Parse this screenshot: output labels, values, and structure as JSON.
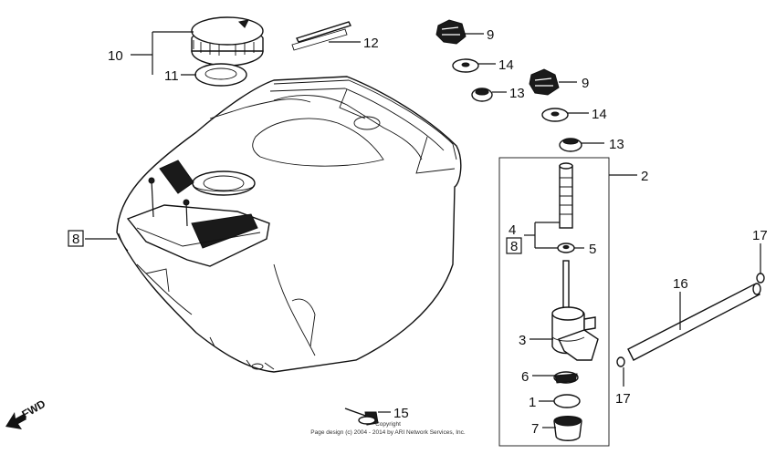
{
  "callouts": {
    "c10": "10",
    "c11": "11",
    "c12": "12",
    "c9a": "9",
    "c14a": "14",
    "c13a": "13",
    "c9b": "9",
    "c14b": "14",
    "c13b": "13",
    "c2": "2",
    "c8a": "8",
    "c4": "4",
    "c8b": "8",
    "c5": "5",
    "c16": "16",
    "c17a": "17",
    "c3": "3",
    "c6": "6",
    "c1": "1",
    "c17b": "17",
    "c7": "7",
    "c15": "15"
  },
  "fwd_label": "FWD",
  "copyright": {
    "line1": "Copyright",
    "line2": "Page design (c) 2004 - 2014 by ARI Network Services, Inc."
  }
}
